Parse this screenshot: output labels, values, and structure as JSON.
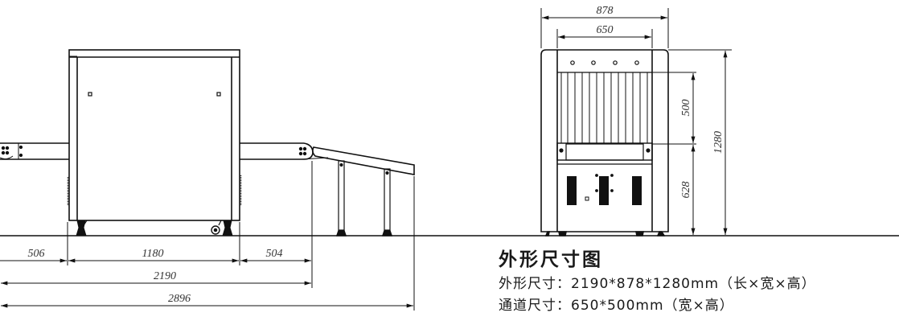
{
  "side_view": {
    "dimensions": {
      "left_conveyor": "506",
      "body_length": "1180",
      "right_conveyor": "504",
      "overall_length": "2190",
      "total_with_ramp": "2896"
    }
  },
  "front_view": {
    "dimensions": {
      "outer_width": "878",
      "tunnel_width": "650",
      "tunnel_height": "500",
      "tunnel_floor_height": "628",
      "overall_height": "1280"
    }
  },
  "caption": {
    "title": "外形尺寸图",
    "outer_size_label": "外形尺寸：",
    "outer_size_value": "2190*878*1280mm（长×宽×高）",
    "tunnel_size_label": "通道尺寸：",
    "tunnel_size_value": "650*500mm（宽×高）"
  },
  "colors": {
    "line": "#111111",
    "text": "#333333"
  }
}
